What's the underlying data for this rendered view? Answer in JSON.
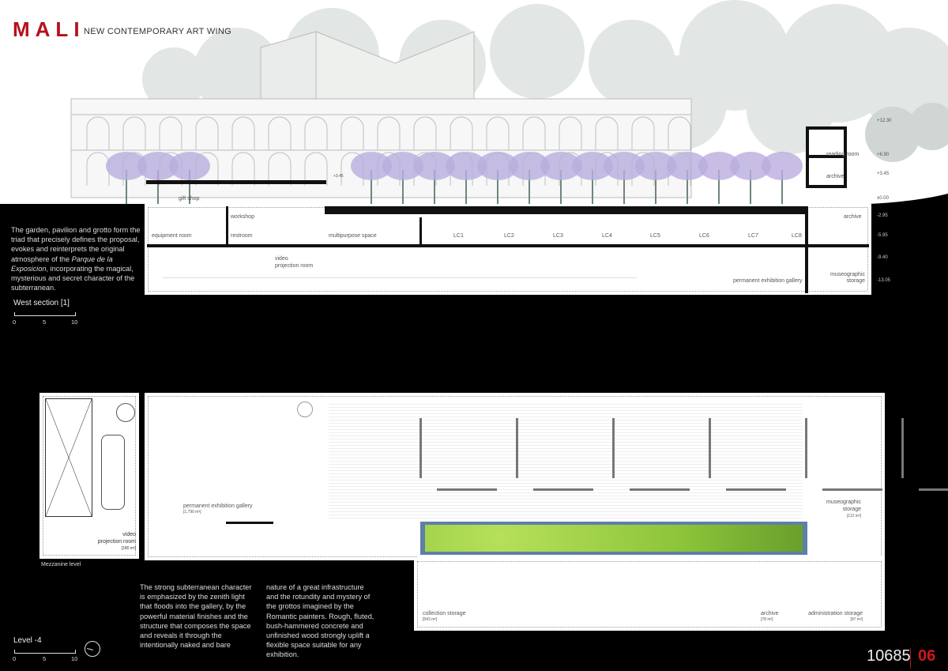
{
  "header": {
    "title": "MALI",
    "subtitle": "NEW CONTEMPORARY ART WING"
  },
  "section": {
    "name": "West section [1]",
    "scale_ticks": [
      "0",
      "5",
      "10"
    ],
    "intro_text_parts": [
      "The garden, pavilion and grotto form the triad that precisely defines the proposal, evokes and reinterprets the original atmosphere of the ",
      "Parque de la Exposicion",
      ", incorporating the magical, mysterious and secret character of the subterranean."
    ],
    "rooms": {
      "gift_shop": "gift shop",
      "workshop": "workshop",
      "equipment_room": "equipment room",
      "restroom": "restroom",
      "multipurpose_space": "multipurpose space",
      "video_projection_room": [
        "video",
        "projection room"
      ],
      "permanent_exhibition_gallery": "permanent exhibition gallery",
      "lc": [
        "LC1",
        "LC2",
        "LC3",
        "LC4",
        "LC5",
        "LC6",
        "LC7",
        "LC8"
      ],
      "reading_room": "reading room",
      "archive_upper": "archive",
      "archive_lower": "archive",
      "museographic_storage": [
        "museographic",
        "storage"
      ]
    },
    "levels": [
      "+12.30",
      "+6.90",
      "+3.45",
      "±0.00",
      "-2.95",
      "-5.95",
      "-9.40",
      "-13.05"
    ],
    "gift_shop_level": "+3.45"
  },
  "plan": {
    "name": "Level -4",
    "scale_ticks": [
      "0",
      "5",
      "10"
    ],
    "mezzanine_label": "Mezzanine level",
    "rooms": {
      "video_projection_room": [
        "video",
        "projection room",
        "[180 m²]"
      ],
      "permanent_exhibition_gallery": [
        "permanent exhibition gallery",
        "[1,790 m²]"
      ],
      "museographic_storage": [
        "museographic",
        "storage",
        "[112 m²]"
      ],
      "collection_storage": [
        "collection storage",
        "[543 m²]"
      ],
      "archive": [
        "archive",
        "[78 m²]"
      ],
      "administration_storage": [
        "administration storage",
        "[97 m²]"
      ]
    },
    "text_col1": "The strong subterranean character is emphasized by the zenith light that floods into the gallery, by the powerful material finishes and the structure that composes the space and reveals it through the intentionally naked and bare",
    "text_col2": "nature of a great infrastructure and the rotundity and mystery of the grottos imagined by the Romantic painters. Rough, fluted, bush-hammered concrete and unfinished wood strongly uplift a flexible space suitable for any exhibition."
  },
  "footer": {
    "project_number": "10685",
    "sheet_number": "06"
  },
  "colors": {
    "brand_red": "#b5121b",
    "tree_purple": "#b9addf",
    "tree_gray": "#c9cfcd",
    "garden_green": "#9ccc3a",
    "water_blue": "#5f7fa8"
  }
}
